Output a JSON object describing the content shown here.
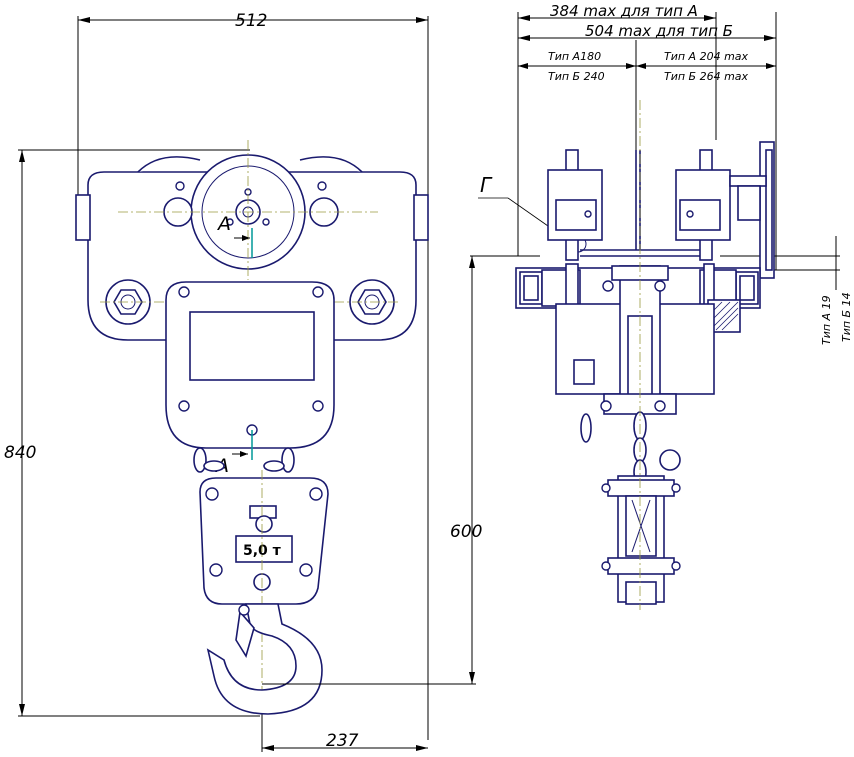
{
  "colors": {
    "outline": "#1a1a6e",
    "dimension": "#000000",
    "centerline": "#9a9a40",
    "marker": "#009999"
  },
  "dimensions": {
    "width_total": "512",
    "height_total": "840",
    "height_hook": "600",
    "offset_hook": "237",
    "typeA_max": "384 max для тип А",
    "typeB_max": "504 max для тип Б",
    "typeA_left": "Тип А180",
    "typeB_left": "Тип Б 240",
    "typeA_right": "Тип А 204 max",
    "typeB_right": "Тип Б 264 max",
    "typeA_vert": "Тип А 19",
    "typeB_vert": "Тип Б 14"
  },
  "labels": {
    "section_top": "А",
    "section_bottom": "А",
    "detail": "Г",
    "capacity": "5,0 т"
  }
}
